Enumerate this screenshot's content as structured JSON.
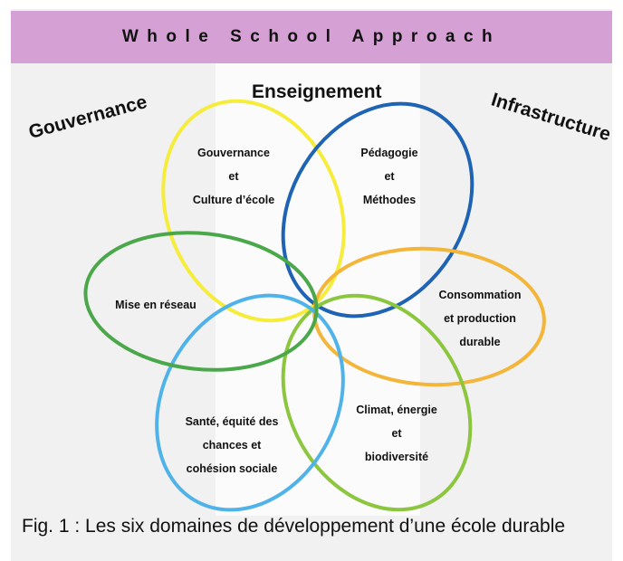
{
  "header": {
    "title": "Whole School Approach"
  },
  "corners": {
    "left": "Gouvernance",
    "top": "Enseignement",
    "right": "Infrastructure"
  },
  "petals": [
    {
      "id": "governance",
      "color": "#f5ec3c",
      "lines": [
        "Gouvernance",
        "et",
        "Culture d’école"
      ]
    },
    {
      "id": "pedagogy",
      "color": "#1f63b5",
      "lines": [
        "Pédagogie",
        "et",
        "Méthodes"
      ]
    },
    {
      "id": "consumption",
      "color": "#f3b53a",
      "lines": [
        "Consommation",
        "et production",
        "durable"
      ]
    },
    {
      "id": "climate",
      "color": "#8cc63f",
      "lines": [
        "Climat, énergie",
        "et",
        "biodiversité"
      ]
    },
    {
      "id": "health",
      "color": "#4fb3e9",
      "lines": [
        "Santé, équité des",
        "chances et",
        "cohésion sociale"
      ]
    },
    {
      "id": "networking",
      "color": "#4aa84a",
      "lines": [
        "Mise en réseau"
      ]
    }
  ],
  "caption": "Fig. 1 : Les six domaines de développement d’une école durable"
}
